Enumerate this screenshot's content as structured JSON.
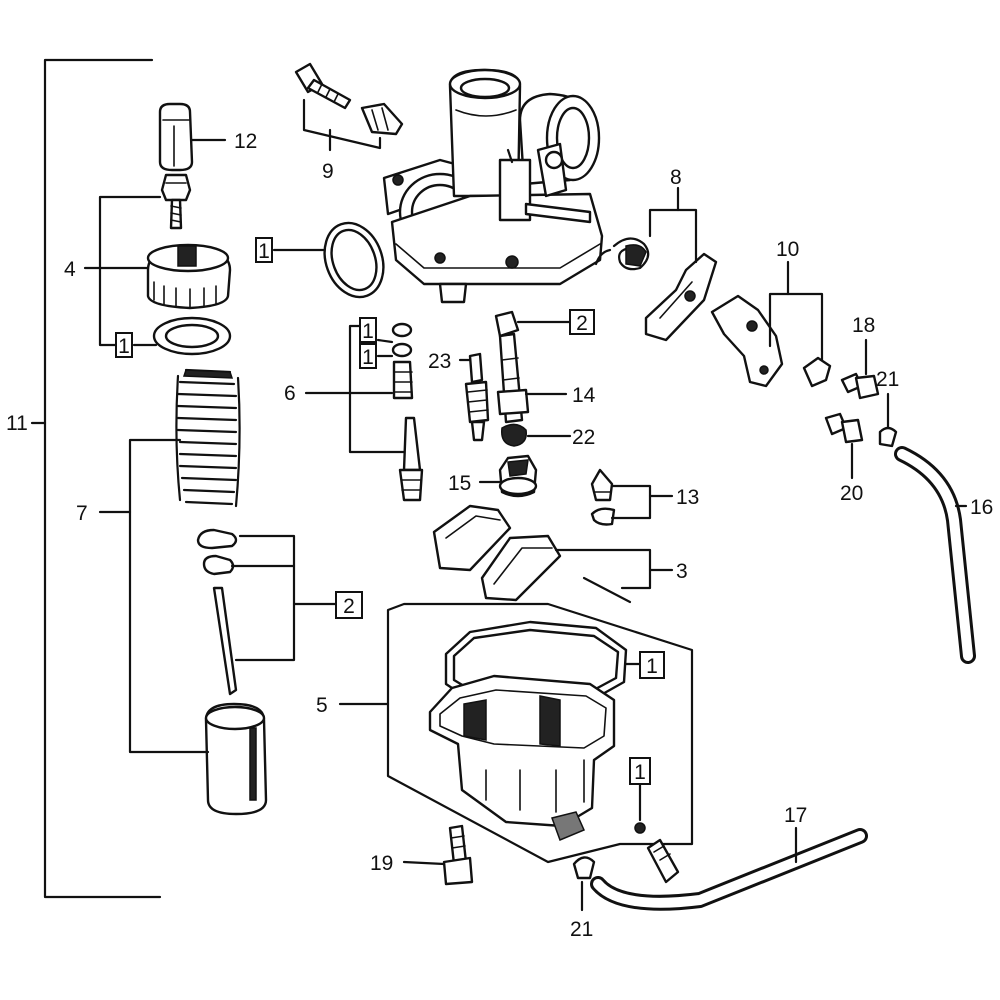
{
  "labels": {
    "p1": "1",
    "p2": "2",
    "p3": "3",
    "p4": "4",
    "p5": "5",
    "p6": "6",
    "p7": "7",
    "p8": "8",
    "p9": "9",
    "p10": "10",
    "p11": "11",
    "p12": "12",
    "p13": "13",
    "p14": "14",
    "p15": "15",
    "p16": "16",
    "p17": "17",
    "p18": "18",
    "p19": "19",
    "p20": "20",
    "p21": "21",
    "p22": "22",
    "p23": "23"
  }
}
